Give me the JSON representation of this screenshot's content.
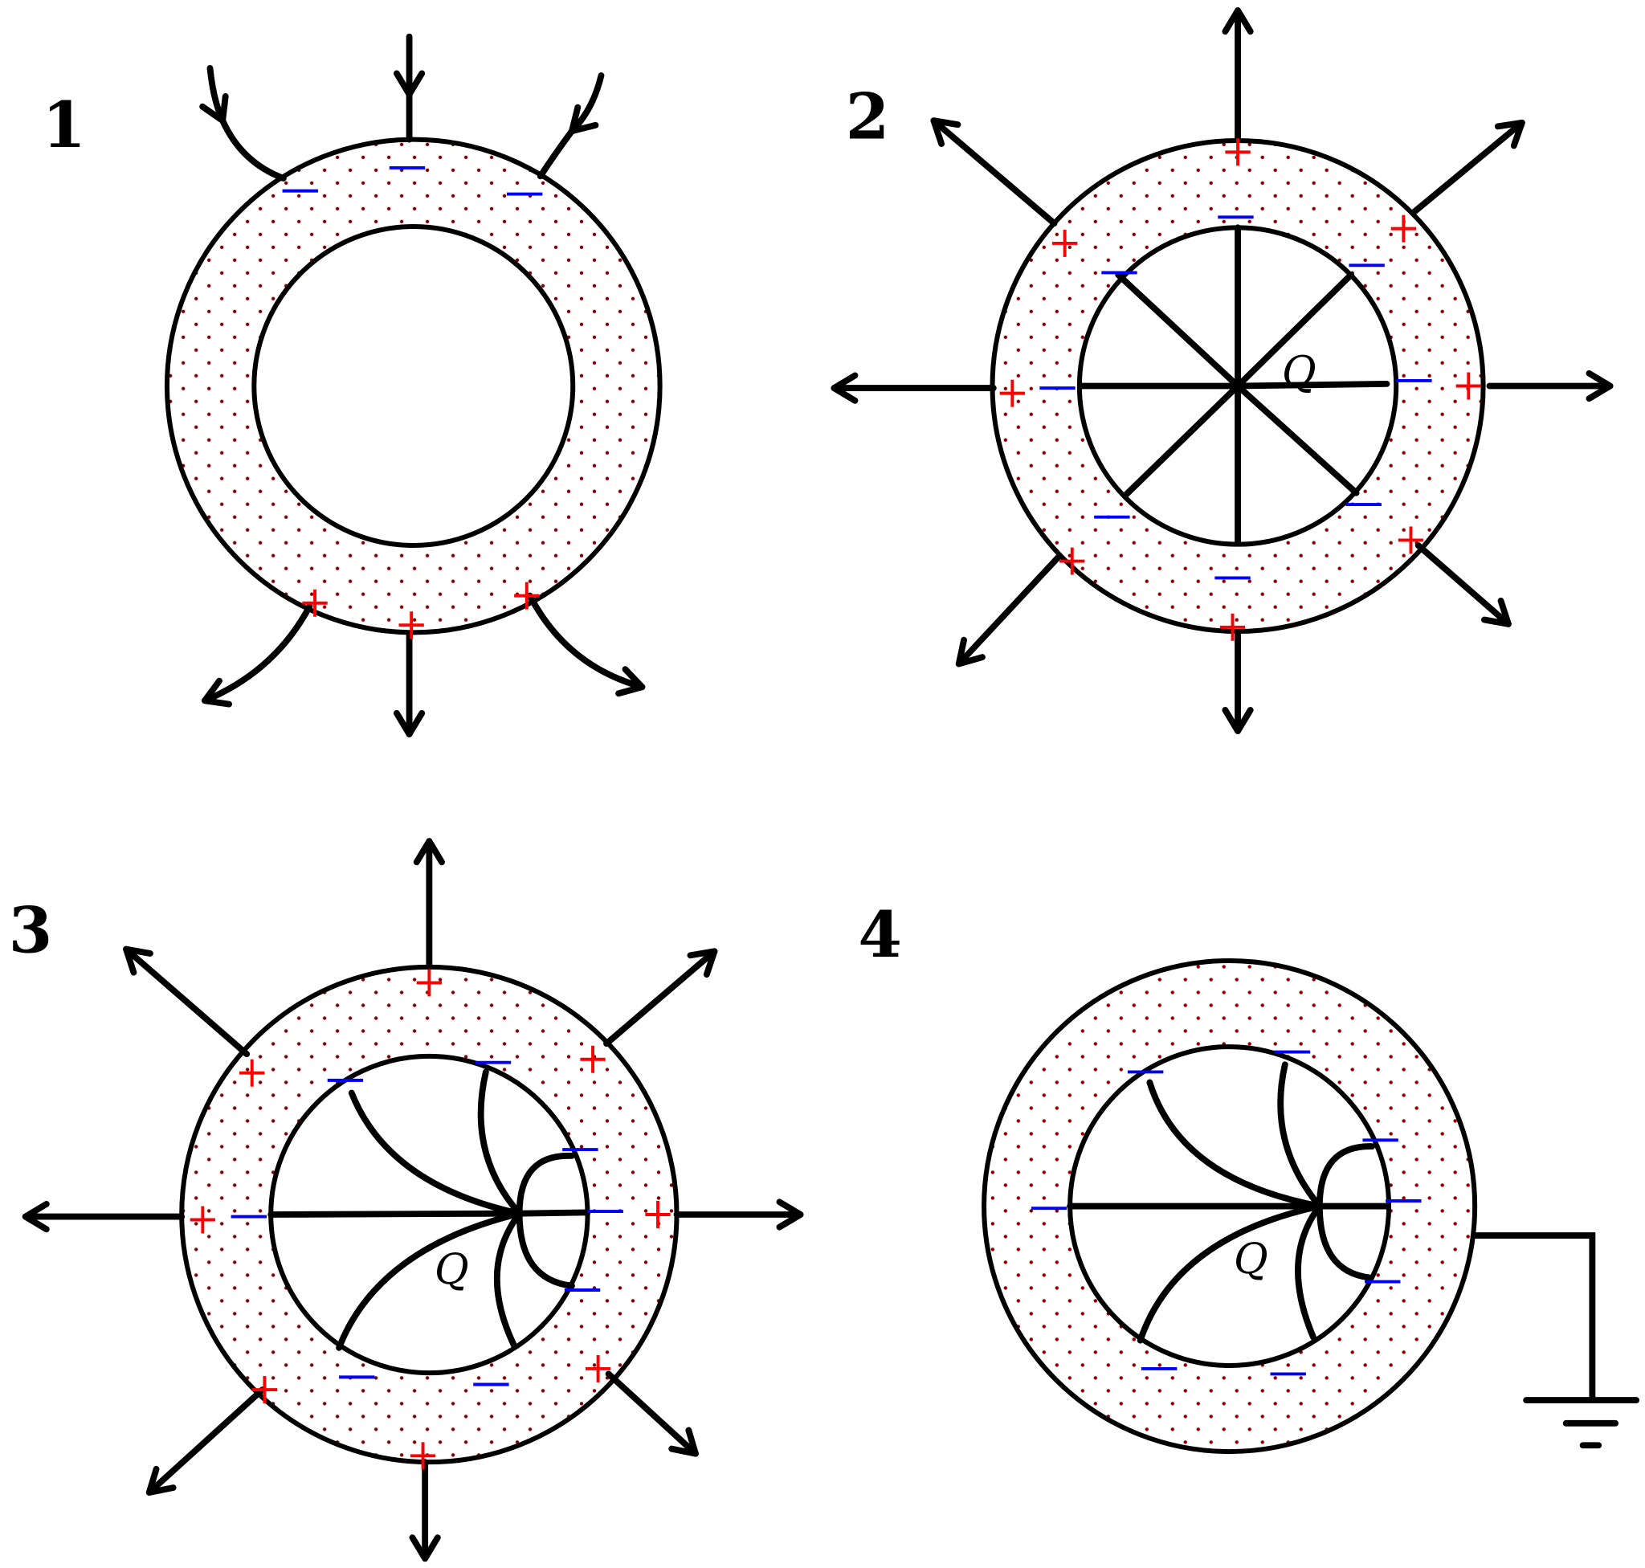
{
  "panels": [
    {
      "label": "1",
      "charge_label": null,
      "grounded": false
    },
    {
      "label": "2",
      "charge_label": "Q",
      "grounded": false
    },
    {
      "label": "3",
      "charge_label": "Q",
      "grounded": false
    },
    {
      "label": "4",
      "charge_label": "Q",
      "grounded": true
    }
  ],
  "colors": {
    "positive": "#ff0000",
    "negative": "#0000ff",
    "dots": "#800000",
    "lines": "#000000"
  }
}
